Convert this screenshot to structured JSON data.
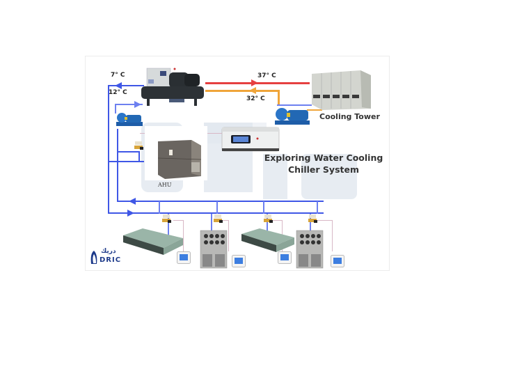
{
  "diagram": {
    "title_line1": "Exploring Water Cooling",
    "title_line2": "Chiller System",
    "labels": {
      "supply_temp": "7° C",
      "return_temp": "12° C",
      "condenser_hot": "37° C",
      "condenser_cold": "32° C",
      "cooling_tower": "Cooling Tower",
      "ahu": "AHU"
    },
    "logo": {
      "arabic": "دريك",
      "latin": "DRIC"
    },
    "watermark": "DRIC",
    "colors": {
      "chilled_water_pipe": "#3f57e6",
      "hot_condenser_pipe": "#e64040",
      "cold_condenser_pipe": "#f0a53a",
      "control_wire": "#d8b7c5",
      "watermark": "#dfe5ee"
    },
    "components": [
      "water-cooled-chiller",
      "chilled-water-pump",
      "condenser-water-pump",
      "cooling-tower",
      "controller",
      "air-handling-unit",
      "fan-coil-unit-1",
      "package-unit-1",
      "fan-coil-unit-2",
      "package-unit-2",
      "thermostat-1",
      "thermostat-2",
      "thermostat-3",
      "thermostat-4"
    ]
  }
}
